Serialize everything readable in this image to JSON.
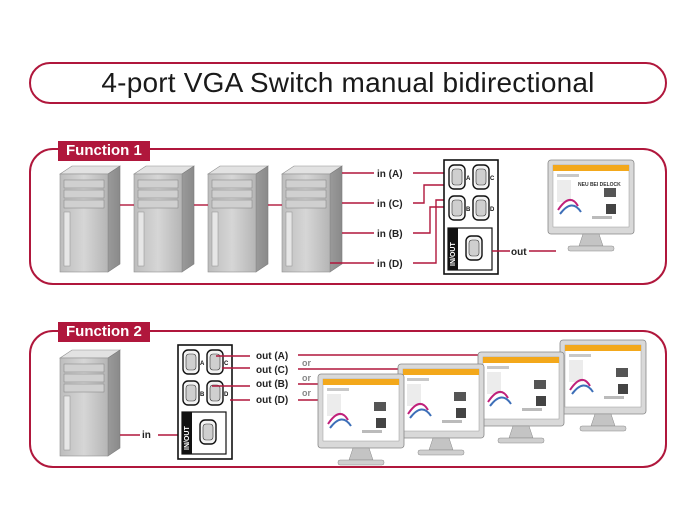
{
  "title": "4-port VGA Switch manual bidirectional",
  "function1": {
    "label": "Function 1",
    "inputs": [
      "in (A)",
      "in (C)",
      "in (B)",
      "in (D)"
    ],
    "output": "out"
  },
  "function2": {
    "label": "Function 2",
    "outputs": [
      "out (A)",
      "out (C)",
      "out (B)",
      "out (D)"
    ],
    "or_labels": [
      "or",
      "or",
      "or"
    ],
    "input": "in"
  },
  "switch": {
    "port_letters": [
      "A",
      "C",
      "B",
      "D"
    ],
    "inout_label": "IN/OUT"
  },
  "screen": {
    "headline": "NEU BEI DELOCK"
  },
  "colors": {
    "accent": "#b0173c",
    "tower": "#c9c9c9",
    "switch_border": "#111111"
  }
}
